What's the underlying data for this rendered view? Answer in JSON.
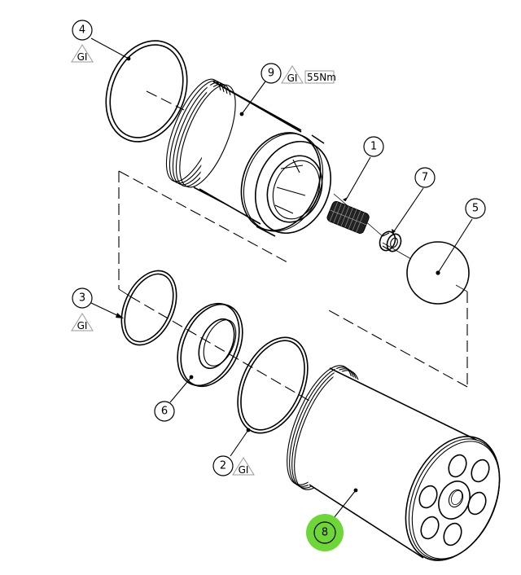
{
  "diagram": {
    "type": "exploded-assembly-view",
    "highlight_color": "#6fd63a",
    "line_color": "#000000",
    "gi_symbol_color": "#9a9a9a",
    "balloons": [
      {
        "id": "1",
        "label": "1",
        "part": "spring",
        "gi": false
      },
      {
        "id": "2",
        "label": "2",
        "part": "o-ring",
        "gi": true
      },
      {
        "id": "3",
        "label": "3",
        "part": "o-ring",
        "gi": true
      },
      {
        "id": "4",
        "label": "4",
        "part": "o-ring",
        "gi": true
      },
      {
        "id": "5",
        "label": "5",
        "part": "ball",
        "gi": false
      },
      {
        "id": "6",
        "label": "6",
        "part": "washer",
        "gi": false
      },
      {
        "id": "7",
        "label": "7",
        "part": "spring-guide",
        "gi": false
      },
      {
        "id": "8",
        "label": "8",
        "part": "cylinder-block",
        "gi": false,
        "highlighted": true
      },
      {
        "id": "9",
        "label": "9",
        "part": "threaded-plug",
        "gi": true,
        "torque": "55Nm"
      }
    ],
    "gi_label": "GI",
    "torque_label": "55Nm"
  }
}
